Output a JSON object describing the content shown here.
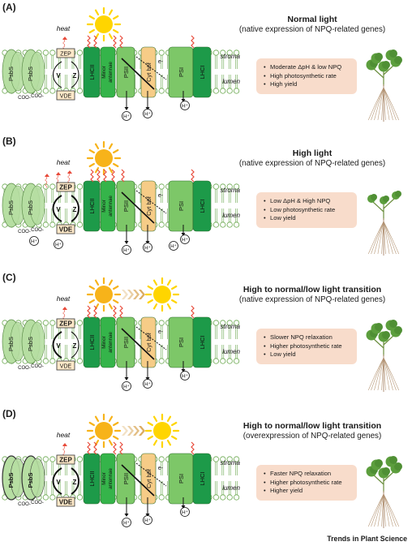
{
  "panels": [
    {
      "label": "(A)",
      "title": "Normal light",
      "subtitle": "(native expression of NPQ-related genes)",
      "bullets": [
        "Moderate ΔpH & low NPQ",
        "High photosynthetic rate",
        "High yield"
      ],
      "psbs_bold": false,
      "heat_arrows": 1,
      "zep_bold": false,
      "vde_bold": false,
      "lumen_protons": [
        "H⁺",
        "H⁺"
      ],
      "suns": "single"
    },
    {
      "label": "(B)",
      "title": "High light",
      "subtitle": "(native expression of NPQ-related genes)",
      "bullets": [
        "Low ΔpH & High NPQ",
        "Low photosynthetic rate",
        "Low yield"
      ],
      "psbs_bold": false,
      "heat_arrows": 3,
      "zep_bold": true,
      "vde_bold": true,
      "lumen_protons": [
        "H⁺",
        "H⁺",
        "H⁺",
        "H⁺"
      ],
      "suns": "single-orange"
    },
    {
      "label": "(C)",
      "title": "High to normal/low light transition",
      "subtitle": "(native expression of NPQ-related genes)",
      "bullets": [
        "Slower NPQ relaxation",
        "Higher photosynthetic rate",
        "Low yield"
      ],
      "psbs_bold": false,
      "heat_arrows": 1,
      "zep_bold": true,
      "vde_bold": false,
      "lumen_protons": [
        "H⁺",
        "H⁺"
      ],
      "suns": "transition"
    },
    {
      "label": "(D)",
      "title": "High to normal/low light transition",
      "subtitle": "(overexpression of NPQ-related genes)",
      "bullets": [
        "Faster NPQ relaxation",
        "Higher photosynthetic rate",
        "Higher yield"
      ],
      "psbs_bold": true,
      "heat_arrows": 1,
      "zep_bold": true,
      "vde_bold": true,
      "lumen_protons": [
        "H⁺",
        "H⁺"
      ],
      "suns": "transition"
    }
  ],
  "labels": {
    "heat": "heat",
    "stroma": "stroma",
    "lumen": "lumen",
    "psbs": "PsbS",
    "zep": "ZEP",
    "vde": "VDE",
    "v": "V",
    "z": "Z",
    "coo": "COO-",
    "lhcii": "LHCII",
    "minor1": "Minor",
    "minor2": "antennae",
    "psii": "PSII",
    "cytb6f": "Cyt b6f",
    "psi": "PSI",
    "lhci": "LHCI",
    "electron": "e-",
    "proton": "H⁺"
  },
  "footer": "Trends in Plant Science",
  "colors": {
    "psbs": "#b6dea2",
    "lhc_dark": "#1d9a49",
    "lhc_mid": "#35b44a",
    "psii": "#7dc768",
    "cyt": "#f6cc87",
    "membrane": "#6aa84f",
    "box": "#f8dccb",
    "heat": "#e84a3a",
    "sun": "#ffd200"
  }
}
